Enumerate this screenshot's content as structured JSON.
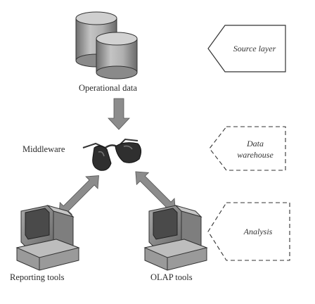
{
  "labels": {
    "operational_data": "Operational data",
    "middleware": "Middleware",
    "reporting_tools": "Reporting tools",
    "olap_tools": "OLAP tools"
  },
  "layers": {
    "source": "Source layer",
    "warehouse_line1": "Data",
    "warehouse_line2": "warehouse",
    "analysis": "Analysis"
  },
  "colors": {
    "ink": "#333333",
    "grey_fill": "#9a9a9a",
    "dark_fill": "#555555",
    "arrow": "#8c8c8c"
  }
}
